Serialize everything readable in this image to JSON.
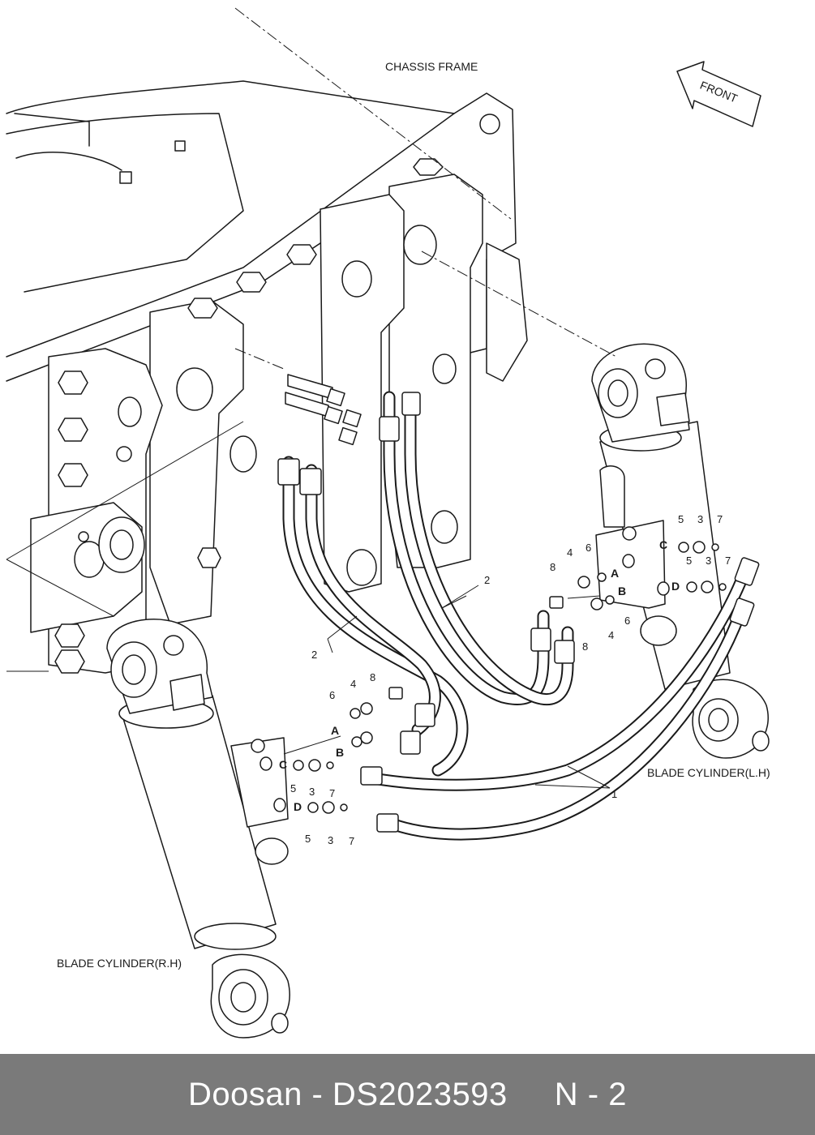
{
  "labels": {
    "chassis_frame": "CHASSIS FRAME",
    "front": "FRONT",
    "blade_cylinder_lh": "BLADE CYLINDER(L.H)",
    "blade_cylinder_rh": "BLADE CYLINDER(R.H)"
  },
  "callouts": {
    "hose_upper": "2",
    "hose_lower": "2",
    "hose_main": "1",
    "lh": {
      "n8a": "8",
      "n4a": "4",
      "n6a": "6",
      "n5a": "5",
      "n3a": "3",
      "n7a": "7",
      "n5b": "5",
      "n3b": "3",
      "n7b": "7",
      "n6b": "6",
      "n4b": "4",
      "n8b": "8"
    },
    "rh": {
      "n6": "6",
      "n4": "4",
      "n8": "8",
      "n5a": "5",
      "n3a": "3",
      "n7a": "7",
      "n5b": "5",
      "n3b": "3",
      "n7b": "7"
    }
  },
  "ports": {
    "lh": {
      "a": "A",
      "b": "B",
      "c": "C",
      "d": "D"
    },
    "rh": {
      "a": "A",
      "b": "B",
      "c": "C",
      "d": "D"
    }
  },
  "footer": {
    "text": "Doosan - DS2023593     N - 2"
  }
}
